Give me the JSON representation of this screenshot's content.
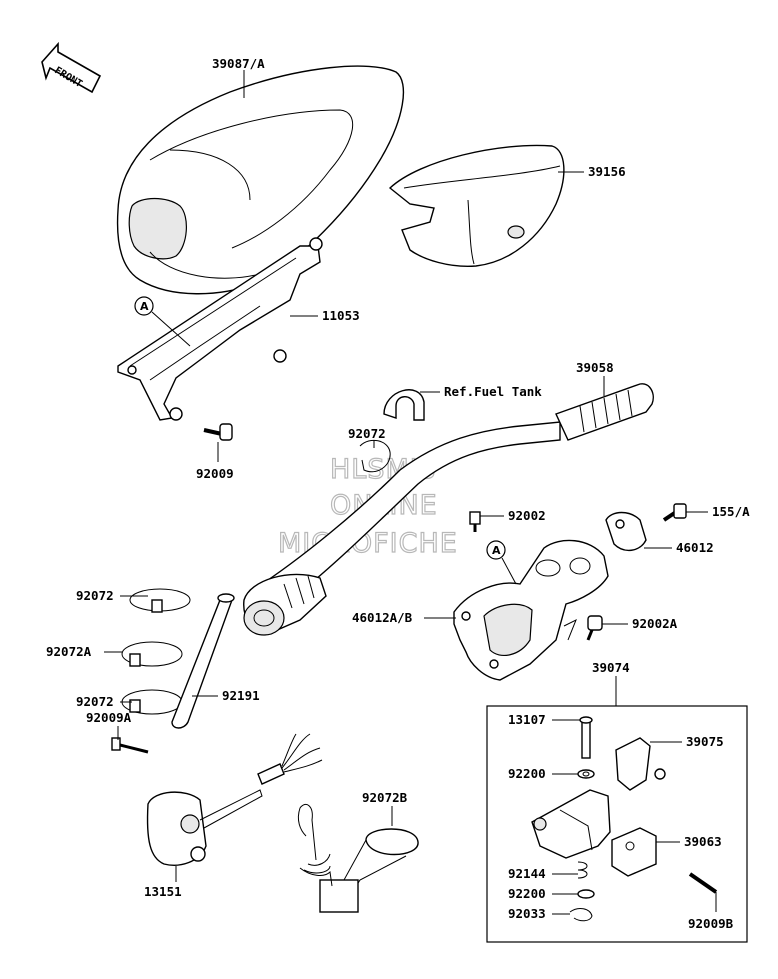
{
  "front_badge": "FRONT",
  "watermark": [
    "HLSM'S",
    "ONLINE",
    "MICROFICHE"
  ],
  "callouts": {
    "a1": "A",
    "a2": "A"
  },
  "labels": {
    "p39087A": "39087/A",
    "p39156": "39156",
    "p11053": "11053",
    "p92009": "92009",
    "pRefFuel": "Ref.Fuel Tank",
    "p39058": "39058",
    "p92072_top": "92072",
    "p92002": "92002",
    "p155A": "155/A",
    "p46012": "46012",
    "p46012AB": "46012A/B",
    "p92002A": "92002A",
    "p92072_l1": "92072",
    "p92072A": "92072A",
    "p92072_l2": "92072",
    "p92191": "92191",
    "p39074": "39074",
    "p13107": "13107",
    "p39075": "39075",
    "p92200_a": "92200",
    "p39063": "39063",
    "p92144": "92144",
    "p92200_b": "92200",
    "p92033": "92033",
    "p92009B": "92009B",
    "p92009A": "92009A",
    "p13151": "13151",
    "p92072B": "92072B"
  }
}
